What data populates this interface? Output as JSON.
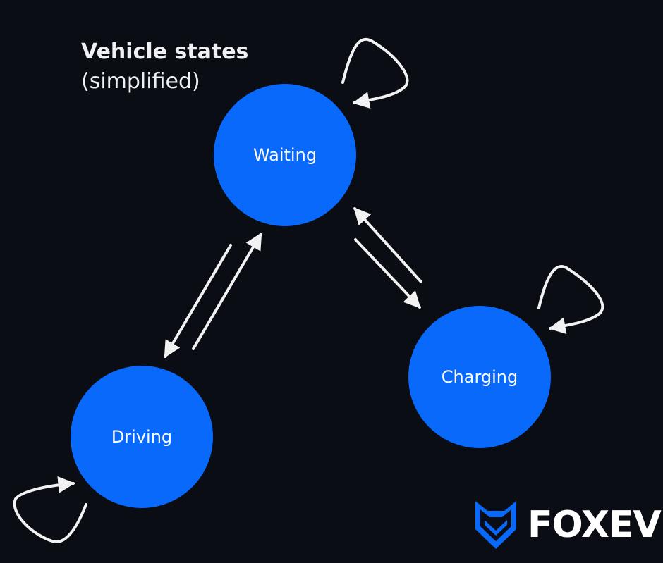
{
  "title": {
    "bold": "Vehicle states",
    "light": "(simplified)"
  },
  "colors": {
    "background": "#0a0d14",
    "node_fill": "#0969fb",
    "arrow": "#f2f2f2",
    "text": "#ffffff",
    "logo_accent": "#0969fb"
  },
  "states": [
    {
      "id": "waiting",
      "label": "Waiting"
    },
    {
      "id": "charging",
      "label": "Charging"
    },
    {
      "id": "driving",
      "label": "Driving"
    }
  ],
  "transitions": [
    {
      "from": "waiting",
      "to": "waiting"
    },
    {
      "from": "charging",
      "to": "charging"
    },
    {
      "from": "driving",
      "to": "driving"
    },
    {
      "from": "waiting",
      "to": "driving"
    },
    {
      "from": "driving",
      "to": "waiting"
    },
    {
      "from": "waiting",
      "to": "charging"
    },
    {
      "from": "charging",
      "to": "waiting"
    }
  ],
  "logo": {
    "text": "FOXEV",
    "icon": "fox-head-icon"
  }
}
